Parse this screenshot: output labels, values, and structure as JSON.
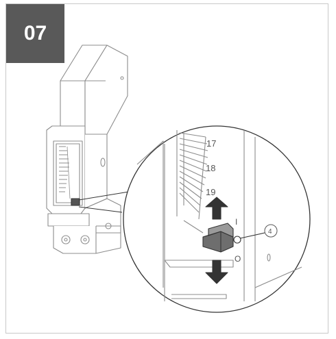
{
  "step": {
    "number": "07"
  },
  "illustration": {
    "scale_numbers": [
      "17",
      "18",
      "19"
    ],
    "switch_on_label": "I",
    "switch_off_label": "O",
    "callout_number": "4"
  }
}
